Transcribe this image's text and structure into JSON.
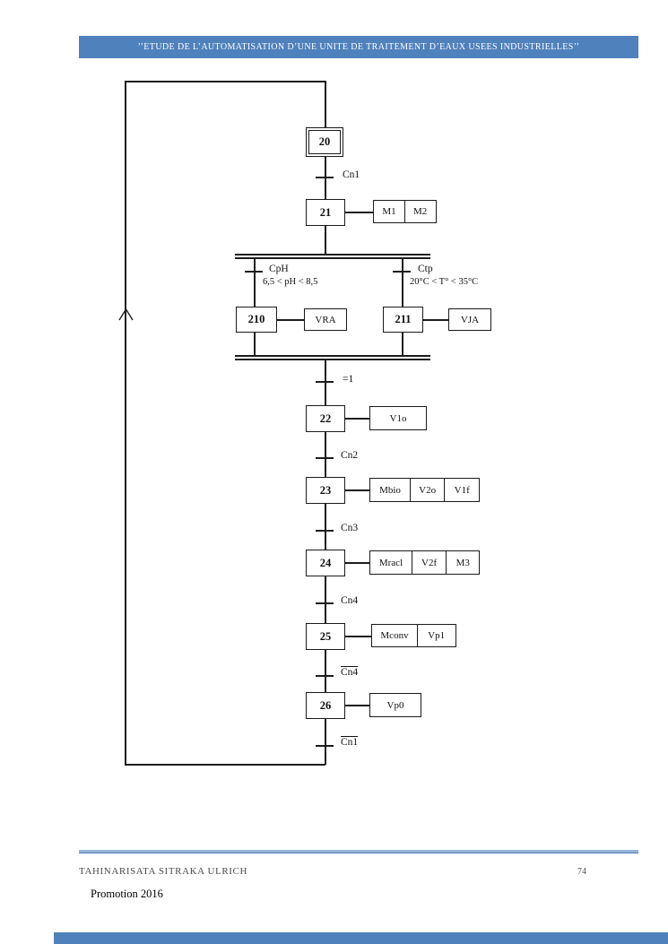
{
  "page": {
    "header_title": "’’ETUDE DE L’AUTOMATISATION D’UNE UNITE DE TRAITEMENT D’EAUX USEES INDUSTRIELLES’’",
    "footer": {
      "author": "TAHINARISATA SITRAKA ULRICH",
      "page_number": "74",
      "promotion": "Promotion 2016"
    }
  },
  "grafcet": {
    "steps": {
      "s20": {
        "id": "20",
        "initial": true
      },
      "s21": {
        "id": "21",
        "actions": [
          "M1",
          "M2"
        ]
      },
      "s210": {
        "id": "210",
        "actions": [
          "VRA"
        ]
      },
      "s211": {
        "id": "211",
        "actions": [
          "VJA"
        ]
      },
      "s22": {
        "id": "22",
        "actions": [
          "V1o"
        ]
      },
      "s23": {
        "id": "23",
        "actions": [
          "Mbio",
          "V2o",
          "V1f"
        ]
      },
      "s24": {
        "id": "24",
        "actions": [
          "Mracl",
          "V2f",
          "M3"
        ]
      },
      "s25": {
        "id": "25",
        "actions": [
          "Mconv",
          "Vp1"
        ]
      },
      "s26": {
        "id": "26",
        "actions": [
          "Vp0"
        ]
      }
    },
    "transitions": {
      "t_cn1": {
        "label": "Cn1"
      },
      "t_cph": {
        "label": "CpH",
        "condition": "6,5 < pH < 8,5"
      },
      "t_ctp": {
        "label": "Ctp",
        "condition": "20°C < T° < 35°C"
      },
      "t_eq1": {
        "label": "=1"
      },
      "t_cn2": {
        "label": "Cn2"
      },
      "t_cn3": {
        "label": "Cn3"
      },
      "t_cn4": {
        "label": "Cn4"
      },
      "t_not_cn4": {
        "label": "Cn4",
        "negated": true
      },
      "t_not_cn1": {
        "label": "Cn1",
        "negated": true
      }
    }
  }
}
